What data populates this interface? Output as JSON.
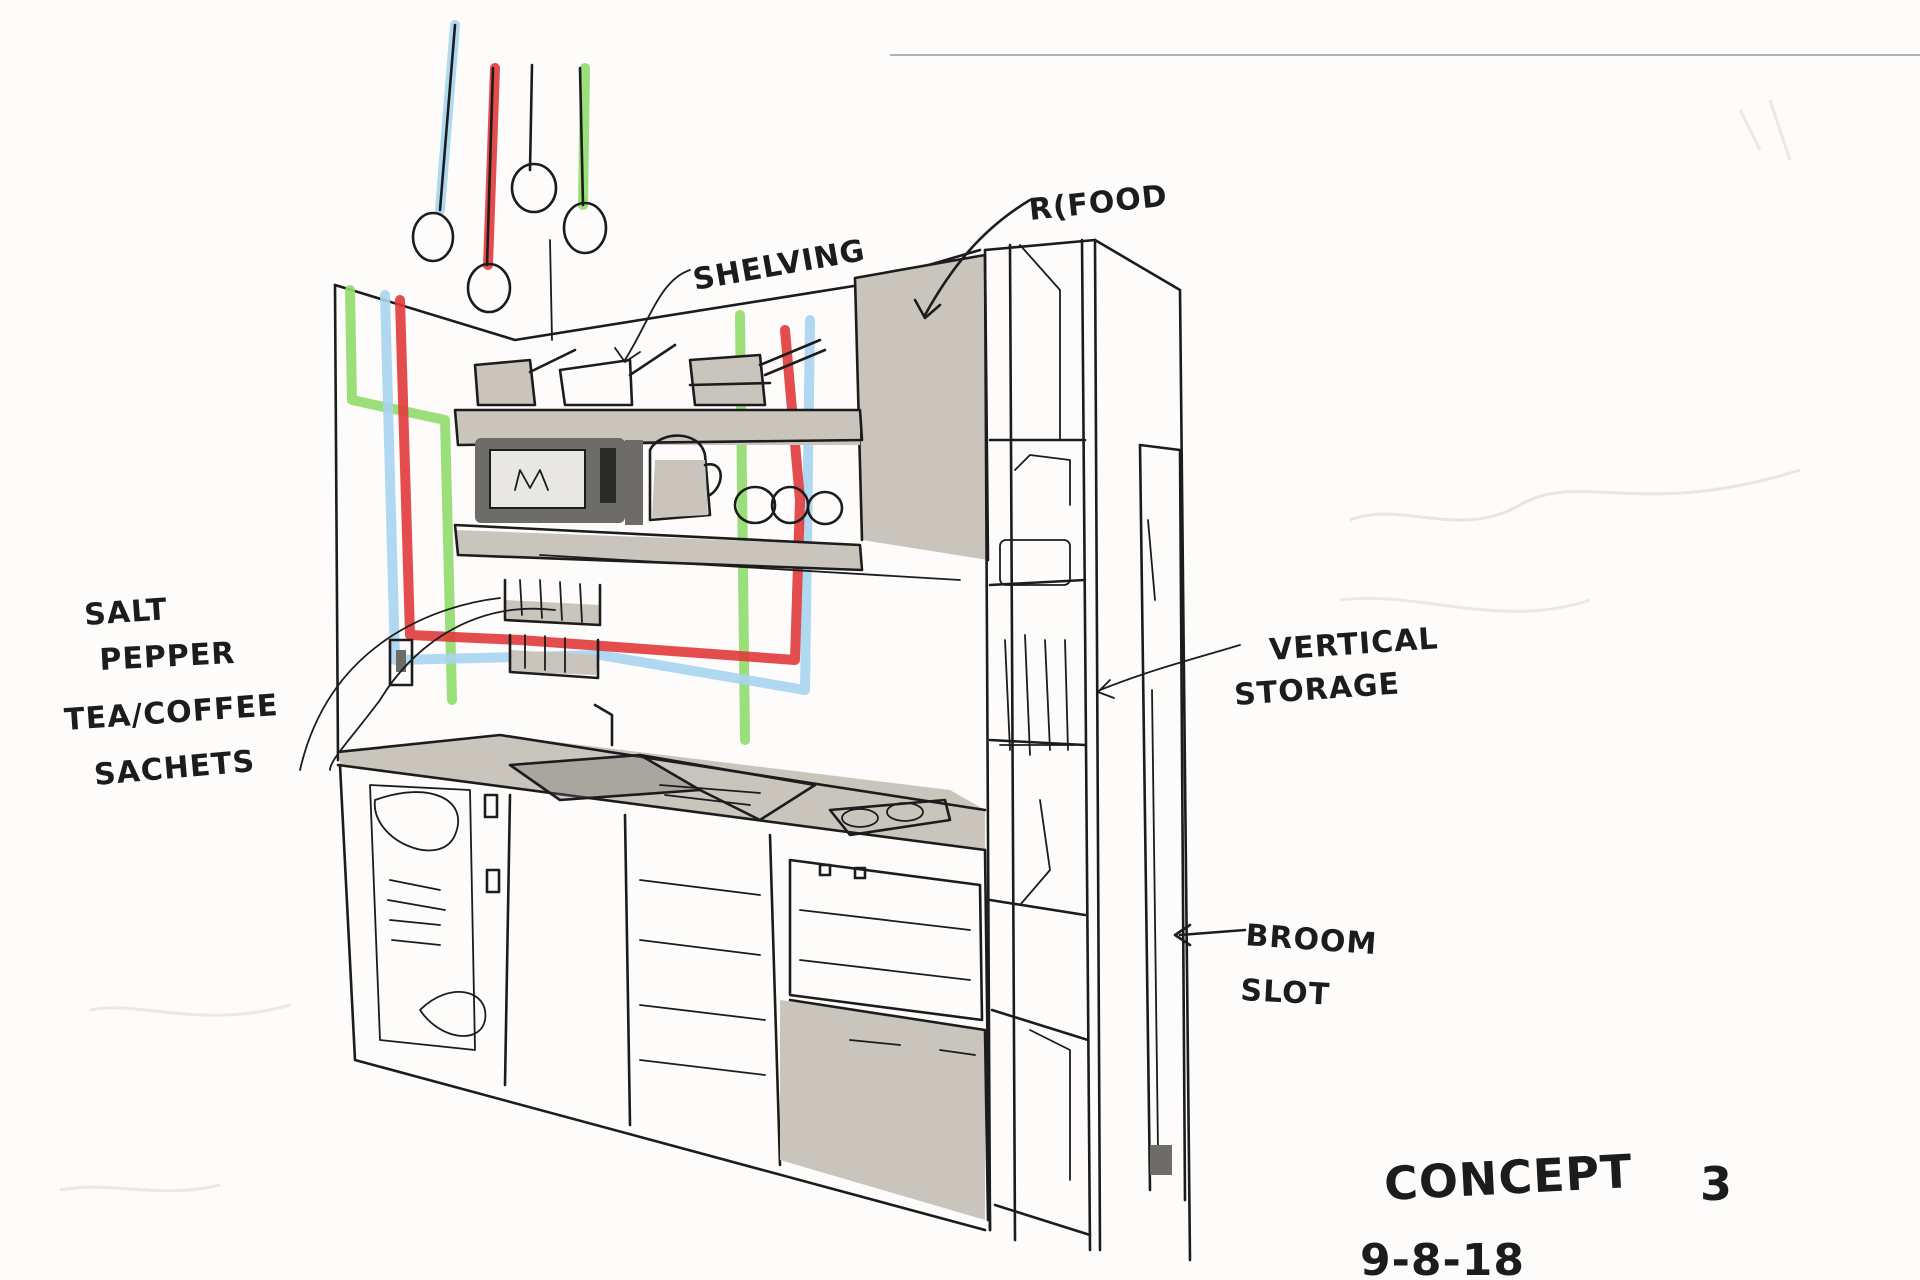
{
  "labels": {
    "refood": "R(FOOD",
    "shelving": "SHELVING",
    "salt": "SALT",
    "pepper": "PEPPER",
    "tea_coffee": "TEA/COFFEE",
    "sachets": "SACHETS",
    "vertical": "VERTICAL",
    "storage": "STORAGE",
    "broom": "BROOM",
    "slot": "SLOT",
    "concept": "CONCEPT",
    "concept_number": "3",
    "date": "9-8-18"
  },
  "colors": {
    "ink": "#1c1c1c",
    "marker_grey": "#c9c5bd",
    "wire_blue": "#a8d4f0",
    "wire_red": "#e03a3a",
    "wire_green": "#8fdc6a",
    "paper": "#fdfcfb"
  }
}
